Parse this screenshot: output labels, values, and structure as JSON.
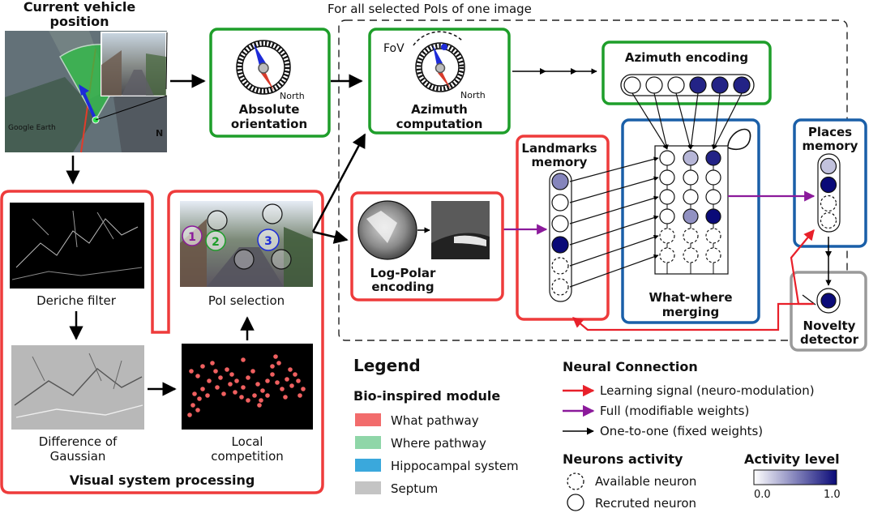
{
  "top_label": "For all selected PoIs of one image",
  "vehicle": {
    "title_line1": "Current vehicle",
    "title_line2": "position",
    "map_watermark": "Google Earth",
    "compass_letter": "N"
  },
  "absolute_orientation": {
    "line1": "Absolute",
    "line2": "orientation",
    "north": "North"
  },
  "azimuth_computation": {
    "line1": "Azimuth",
    "line2": "computation",
    "north": "North",
    "fov": "FoV"
  },
  "azimuth_encoding": {
    "title": "Azimuth encoding",
    "activity": [
      0,
      0,
      0,
      0.9,
      0.9,
      0.9
    ]
  },
  "visual_system": {
    "title": "Visual system processing",
    "deriche": "Deriche filter",
    "dog_line1": "Difference of",
    "dog_line2": "Gaussian",
    "local_line1": "Local",
    "local_line2": "competition",
    "poi_selection": "PoI selection",
    "poi_numbers": [
      "1",
      "2",
      "3"
    ]
  },
  "log_polar": {
    "line1": "Log-Polar",
    "line2": "encoding"
  },
  "landmarks_memory": {
    "line1": "Landmarks",
    "line2": "memory",
    "activity": [
      0.5,
      0,
      0,
      1.0
    ],
    "available_count": 2
  },
  "what_where": {
    "line1": "What-where",
    "line2": "merging",
    "grid": [
      [
        0,
        0.3,
        0.9
      ],
      [
        0,
        0,
        0
      ],
      [
        0,
        0,
        0
      ],
      [
        0,
        0.45,
        1.0
      ]
    ],
    "available_rows": 2
  },
  "places_memory": {
    "line1": "Places",
    "line2": "memory",
    "activity": [
      0.25,
      1.0
    ],
    "available_count": 2
  },
  "novelty_detector": {
    "line1": "Novelty",
    "line2": "detector",
    "activity": 1.0
  },
  "legend": {
    "title": "Legend",
    "bio_title": "Bio-inspired module",
    "modules": [
      {
        "label": "What pathway",
        "color": "#f26c6c"
      },
      {
        "label": "Where pathway",
        "color": "#8fd6a8"
      },
      {
        "label": "Hippocampal system",
        "color": "#3aa8dc"
      },
      {
        "label": "Septum",
        "color": "#c4c4c4"
      }
    ],
    "connection_title": "Neural Connection",
    "connections": [
      {
        "label": "Learning signal (neuro-modulation)",
        "color": "#e8202a"
      },
      {
        "label": "Full (modifiable weights)",
        "color": "#8b1a9b"
      },
      {
        "label": "One-to-one (fixed weights)",
        "color": "#000000"
      }
    ],
    "neurons_title": "Neurons activity",
    "available": "Available neuron",
    "recruited": "Recruted neuron",
    "activity_title": "Activity level",
    "scale_min": "0.0",
    "scale_max": "1.0"
  },
  "colors": {
    "what": "#ee3b3b",
    "where": "#1e9e2a",
    "hippo": "#1a5fa8",
    "septum": "#9a9a9a",
    "learning": "#e8202a",
    "full": "#8b1a9b",
    "activity_low": "#ffffff",
    "activity_high": "#0a0a78"
  }
}
